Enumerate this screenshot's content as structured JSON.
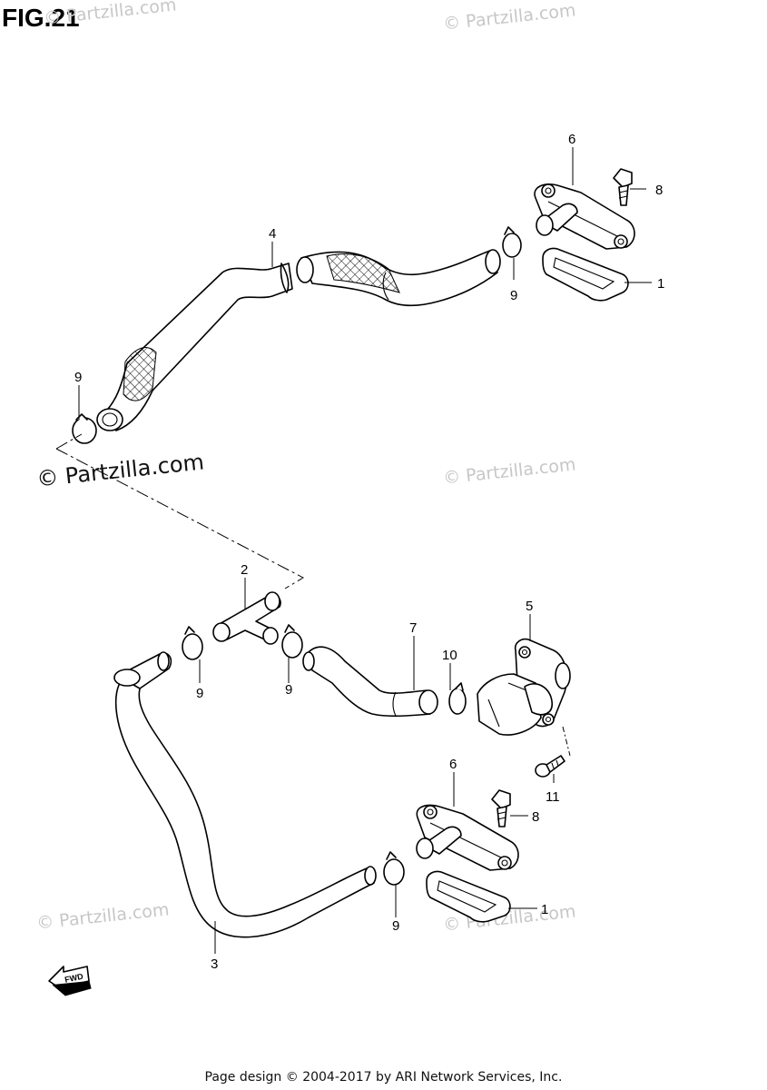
{
  "figure": {
    "title": "FIG.21"
  },
  "footer": {
    "text": "Page design © 2004-2017 by ARI Network Services, Inc."
  },
  "watermarks": [
    {
      "text": "© Partzilla.com",
      "style": "light"
    },
    {
      "text": "© Partzilla.com",
      "style": "light"
    },
    {
      "text": "© Partzilla.com",
      "style": "dark"
    },
    {
      "text": "© Partzilla.com",
      "style": "light"
    },
    {
      "text": "© Partzilla.com",
      "style": "light"
    },
    {
      "text": "© Partzilla.com",
      "style": "light"
    }
  ],
  "callouts": {
    "c1a": "1",
    "c1b": "1",
    "c2": "2",
    "c3": "3",
    "c4": "4",
    "c5": "5",
    "c6a": "6",
    "c6b": "6",
    "c7": "7",
    "c8a": "8",
    "c8b": "8",
    "c9a": "9",
    "c9b": "9",
    "c9c": "9",
    "c9d": "9",
    "c9e": "9",
    "c10": "10",
    "c11": "11"
  },
  "badge": {
    "label": "FWD"
  }
}
